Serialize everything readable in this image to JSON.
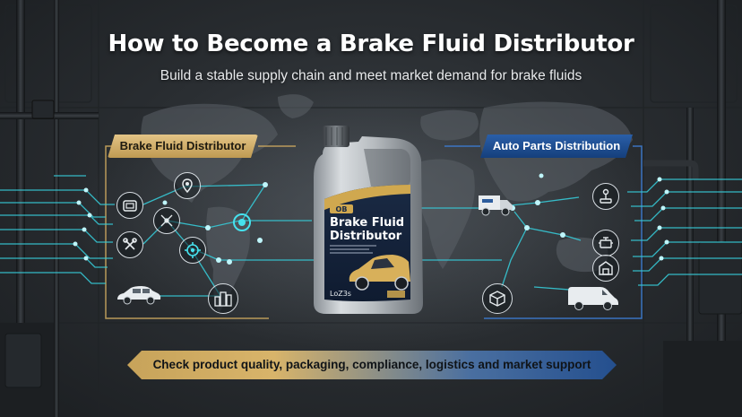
{
  "title": "How to Become a Brake Fluid Distributor",
  "subtitle": "Build a stable supply chain and meet market demand for brake fluids",
  "left_tag": "Brake Fluid Distributor",
  "right_tag": "Auto Parts Distribution",
  "bottle": {
    "brand_mark": "OB",
    "label_line1": "Brake Fluid",
    "label_line2": "Distributor",
    "volume": "LoZ3s"
  },
  "banner": "Check product quality, packaging, compliance, logistics and market support",
  "colors": {
    "gold": "#d2ae66",
    "blue": "#1f4f8f",
    "cyan_line": "#3fd6e0",
    "background": "#2a2e32"
  },
  "icons": {
    "left": [
      "gear-box-icon",
      "location-pin-icon",
      "network-hub-icon",
      "wrench-tools-icon",
      "gear-hub-icon",
      "sedan-car-icon",
      "city-buildings-icon"
    ],
    "right": [
      "delivery-truck-icon",
      "joystick-icon",
      "engine-icon",
      "warehouse-icon",
      "shipping-box-icon",
      "cargo-van-icon"
    ]
  }
}
